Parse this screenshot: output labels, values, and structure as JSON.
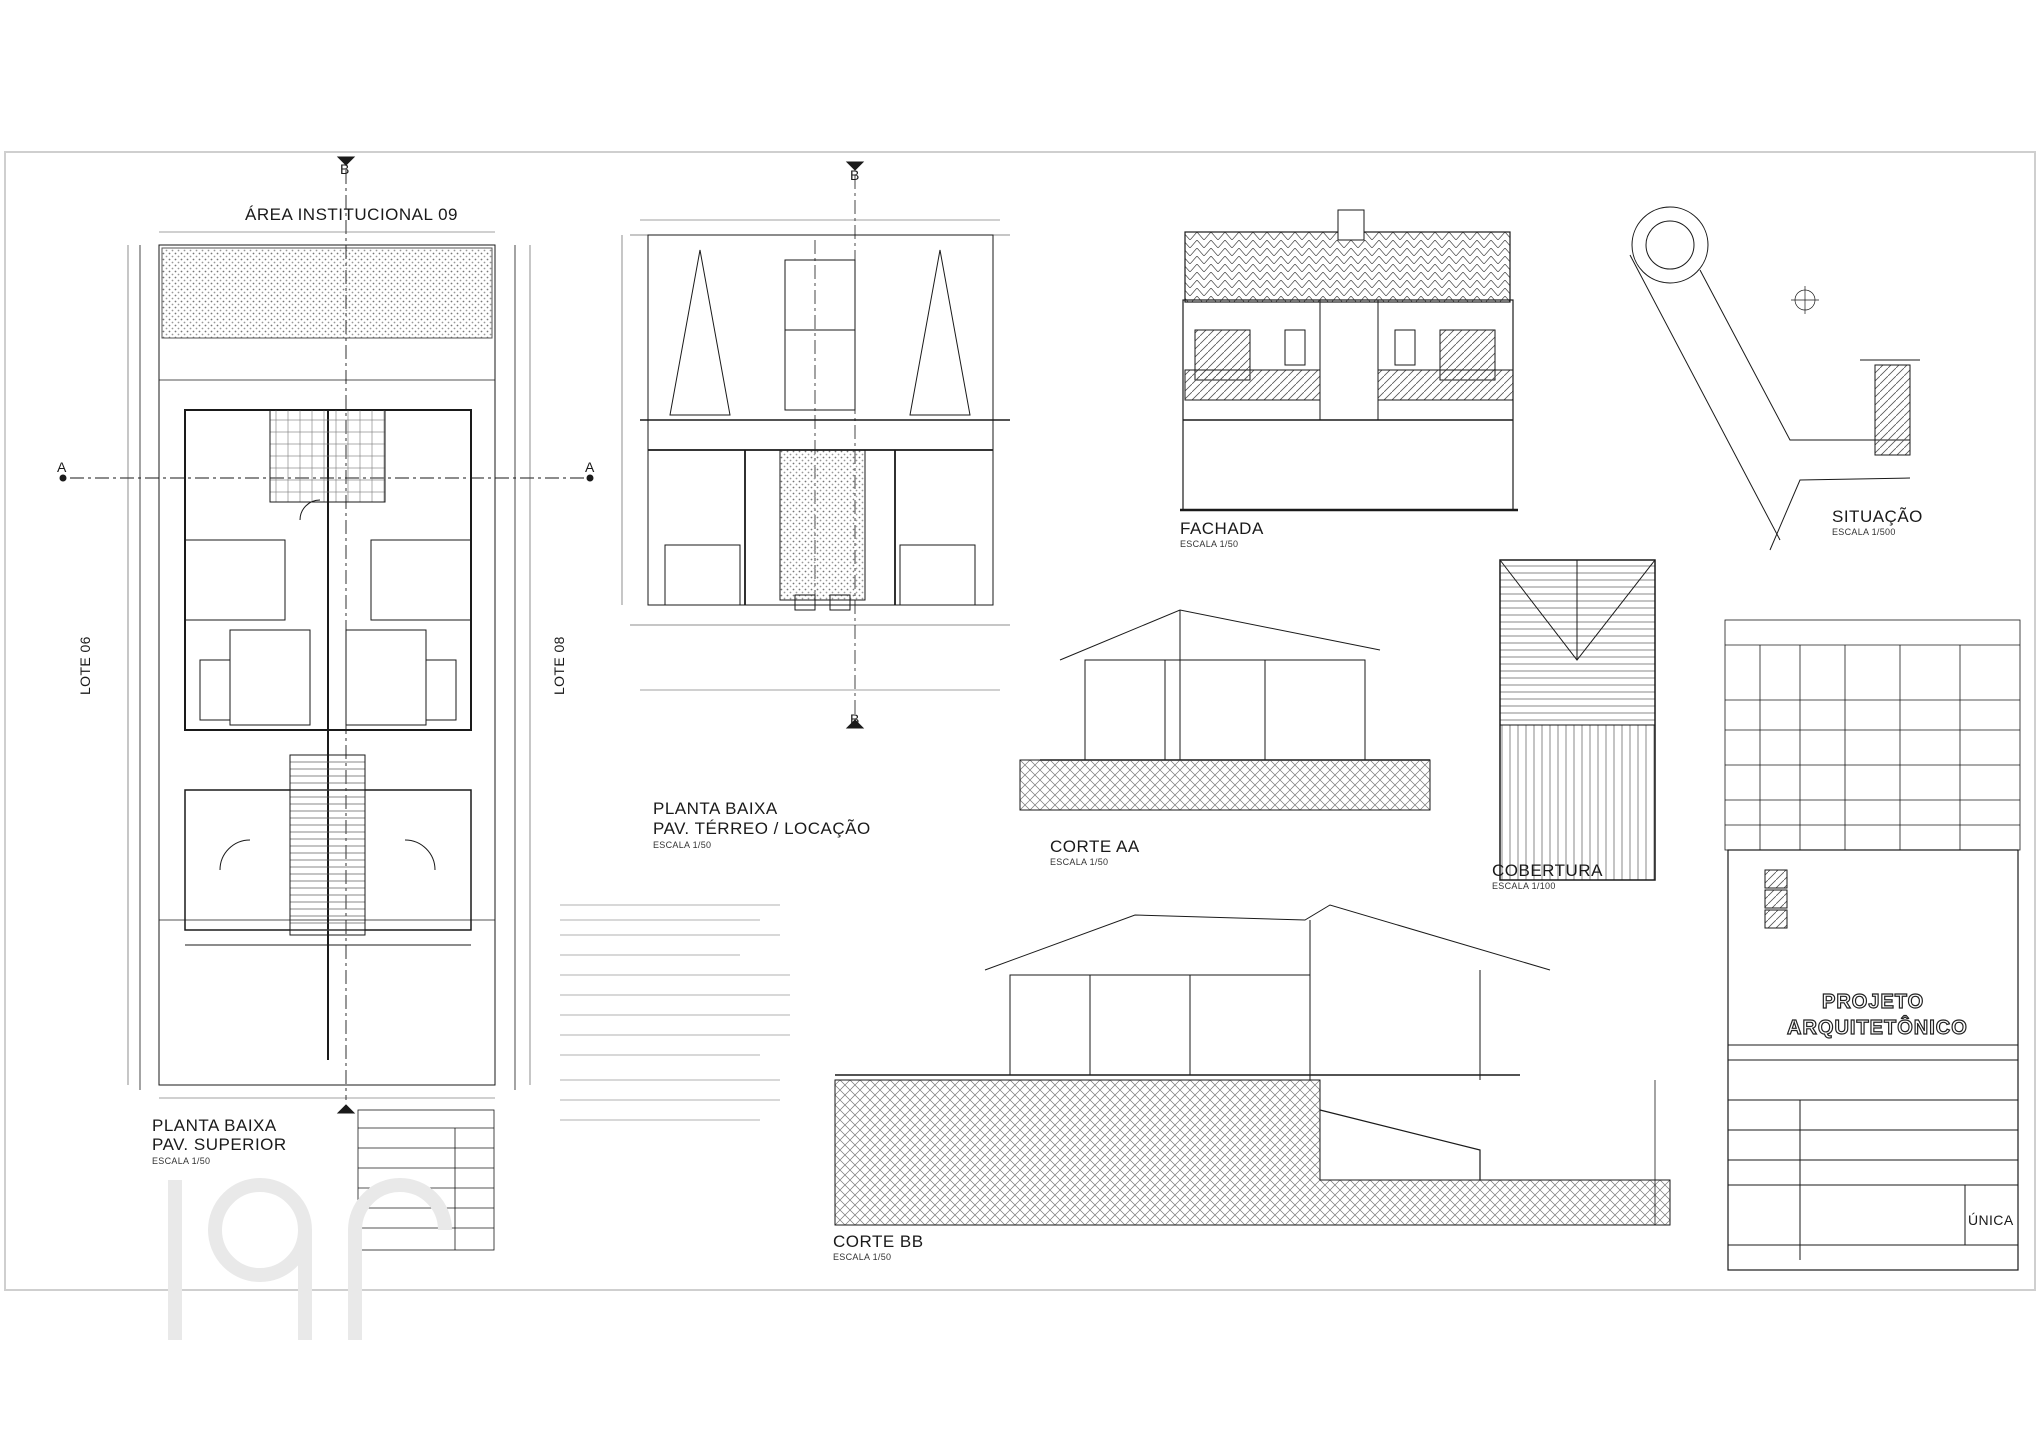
{
  "sheet_labels": {
    "area_institucional": "ÁREA INSTITUCIONAL 09",
    "lote_06": "LOTE 06",
    "lote_08": "LOTE 08",
    "section_a_left": "A",
    "section_a_right": "A",
    "section_b_top_left": "B",
    "section_b_top_right": "B",
    "section_b_bottom": "B"
  },
  "views": {
    "planta_superior": {
      "title": "PLANTA BAIXA",
      "subtitle": "PAV. SUPERIOR",
      "scale": "ESCALA 1/50"
    },
    "planta_terreo": {
      "title": "PLANTA BAIXA",
      "subtitle": "PAV. TÉRREO / LOCAÇÃO",
      "scale": "ESCALA 1/50"
    },
    "fachada": {
      "title": "FACHADA",
      "scale": "ESCALA 1/50"
    },
    "situacao": {
      "title": "SITUAÇÃO",
      "scale": "ESCALA 1/500"
    },
    "corte_aa": {
      "title": "CORTE AA",
      "scale": "ESCALA 1/50"
    },
    "cobertura": {
      "title": "COBERTURA",
      "scale": "ESCALA 1/100"
    },
    "corte_bb": {
      "title": "CORTE BB",
      "scale": "ESCALA 1/50"
    }
  },
  "title_block": {
    "project_line1": "PROJETO",
    "project_line2": "ARQUITETÔNICO",
    "sheet_id": "ÚNICA"
  },
  "colors": {
    "line": "#1a1a1a",
    "hatch": "#555555",
    "frame": "#cfcfcf",
    "watermark": "#e9e9e9"
  }
}
